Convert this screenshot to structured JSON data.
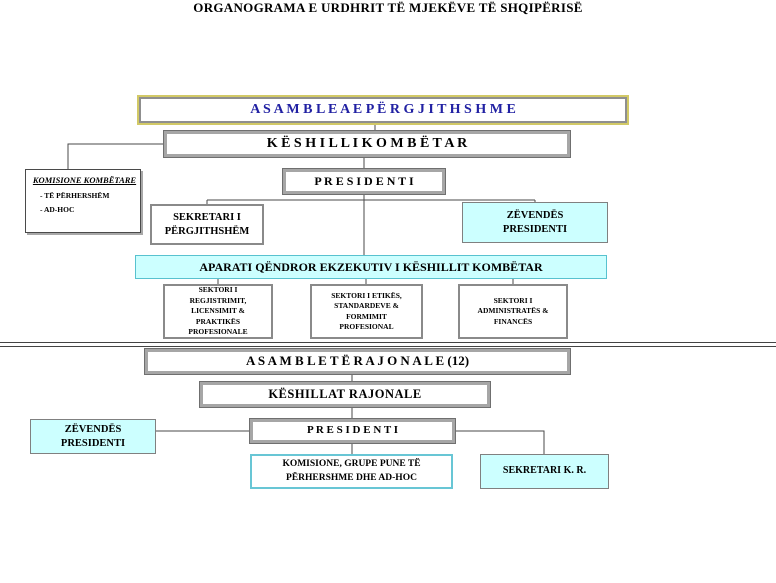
{
  "page": {
    "title": "ORGANOGRAMA E URDHRIT TË MJEKËVE TË SHQIPËRISË"
  },
  "colors": {
    "box_background": "#ffffff",
    "highlight_background": "#ccffff",
    "frame_gray": "#8a8a8a",
    "frame_yellow": "#d2c966",
    "frame_cyan": "#68c6d5",
    "assembly_text_blue": "#2121a3",
    "connector_line": "#4a4a4a"
  },
  "national": {
    "assembly_label": "A S A M B L E A      E     P Ë R G J I T H S H M E",
    "council_label": "K Ë S H I L L I      K O M B Ë T A R",
    "commissions": {
      "title": "KOMISIONE KOMBËTARE",
      "items": [
        "- TË PËRHERSHËM",
        "- AD-HOC"
      ]
    },
    "president_label": "P R E S I D E N T I",
    "secretary": {
      "lines": [
        "SEKRETARI I",
        "PËRGJITHSHËM"
      ]
    },
    "vice_president": {
      "lines": [
        "ZËVENDËS",
        "PRESIDENTI"
      ]
    },
    "apparatus_label": "APARATI QËNDROR  EKZEKUTIV I KËSHILLIT KOMBËTAR",
    "sectors": [
      {
        "lines": [
          "SEKTORI I",
          "REGJISTRIMIT,",
          "LICENSIMIT &",
          "PRAKTIKËS",
          "PROFESIONALE"
        ]
      },
      {
        "lines": [
          "SEKTORI I ETIKËS,",
          "STANDARDEVE  &",
          "FORMIMIT",
          "PROFESIONAL"
        ]
      },
      {
        "lines": [
          "SEKTORI I",
          "ADMINISTRATËS &",
          "FINANCËS"
        ]
      }
    ]
  },
  "regional": {
    "assemblies_label": "A S A M B L E T Ë     R A J O N A L E    (12)",
    "councils_label": "KËSHILLAT  RAJONALE",
    "president_label": "P R E S I D E N T I",
    "vice_president": {
      "lines": [
        "ZËVENDËS",
        "PRESIDENTI"
      ]
    },
    "commissions": {
      "lines": [
        "KOMISIONE, GRUPE  PUNE TË",
        "PËRHERSHME DHE  AD-HOC"
      ]
    },
    "secretary_label": "SEKRETARI  K. R."
  }
}
